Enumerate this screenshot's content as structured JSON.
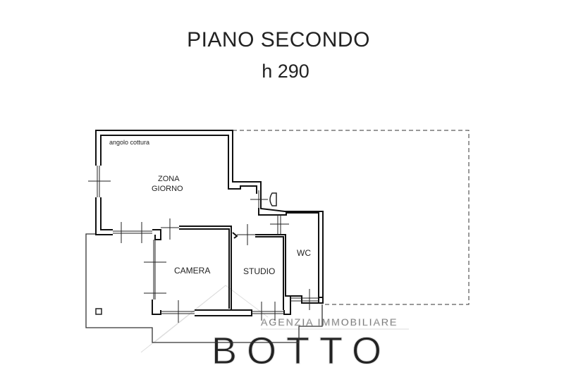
{
  "header": {
    "title": "PIANO SECONDO",
    "height_label": "h 290"
  },
  "rooms": {
    "kitchen_corner": "angolo cottura",
    "living_1": "ZONA",
    "living_2": "GIORNO",
    "bedroom": "CAMERA",
    "study": "STUDIO",
    "bathroom": "WC"
  },
  "watermark": {
    "line1": "AGENZIA IMMOBILIARE",
    "line2": "BOTTO"
  }
}
